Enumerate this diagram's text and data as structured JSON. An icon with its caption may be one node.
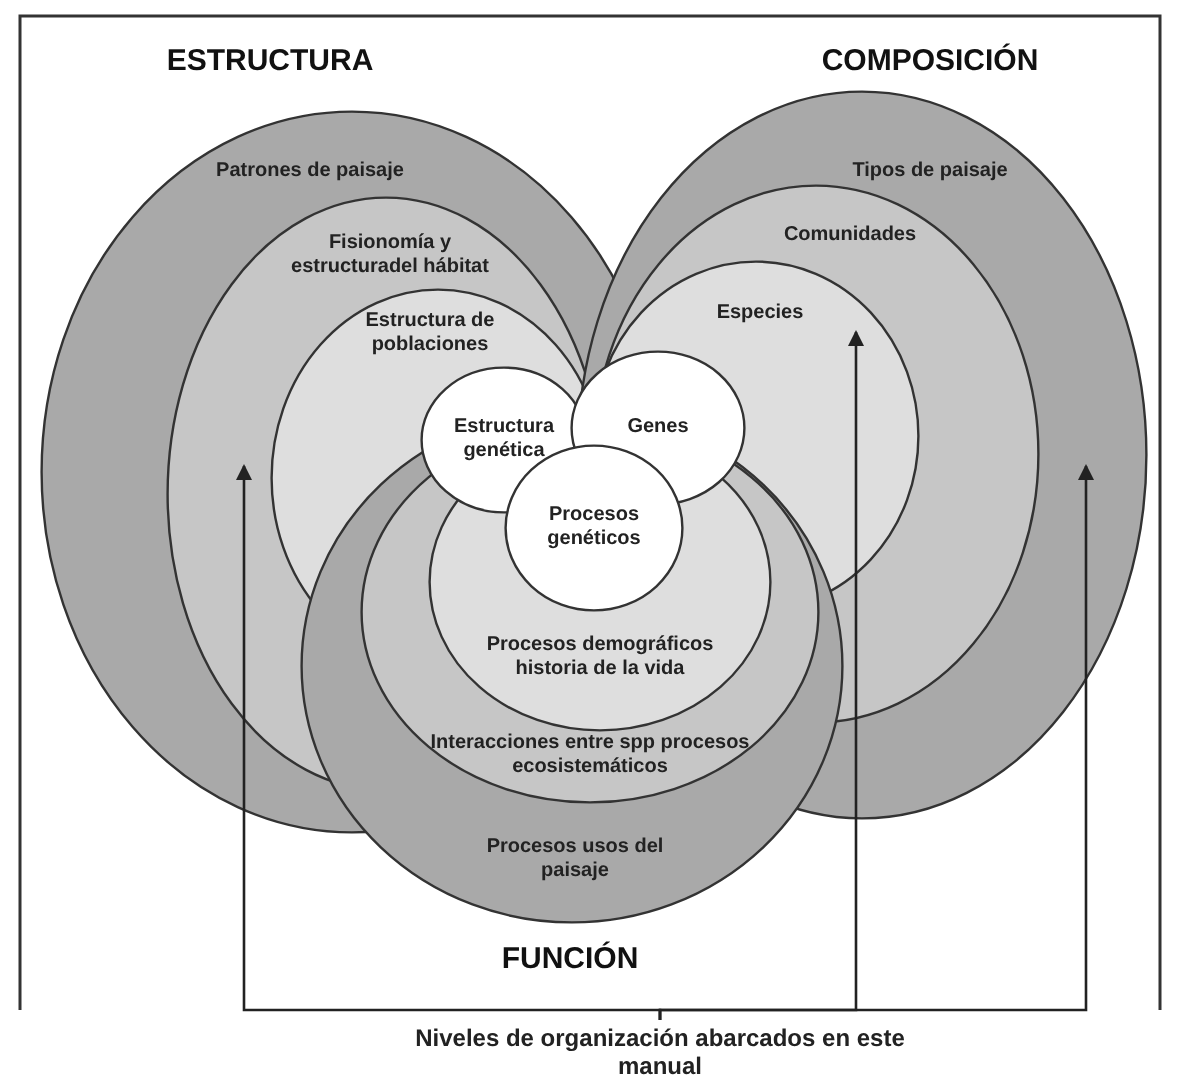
{
  "diagram": {
    "nodes": [
      {
        "text": [
          "ESTRUCTURA",
          "Patrones de paisaje"
        ]
      },
      {
        "text": [
          "Fisionomía y estructuradel hábitat"
        ],
        "in": 0
      },
      {
        "text": [
          "Estructura de poblaciones"
        ],
        "in": 1
      },
      {
        "text": [
          "Estructura genética"
        ],
        "in": 2
      },
      {
        "text": [
          "COMPOSICIÓN",
          "Tipos de paisaje"
        ]
      },
      {
        "text": [
          "Comunidades"
        ],
        "in": 4
      },
      {
        "text": [
          "Especies"
        ],
        "in": 5
      },
      {
        "text": [
          "Genes"
        ],
        "in": 6
      },
      {
        "text": [
          "Procesos usos del paisaje",
          "FUNCIÓN"
        ]
      },
      {
        "text": [
          "Interacciones entre spp procesos ecosistemáticos"
        ],
        "in": 8
      },
      {
        "text": [
          "Procesos demográficos historia de la vida"
        ],
        "in": 9
      },
      {
        "text": [
          "Procesos genéticos"
        ],
        "in": 10
      },
      {
        "text": [
          "Niveles de organización abarcados en este manual"
        ]
      }
    ],
    "edges": [
      {
        "from": 12,
        "to": 1,
        "arrow": "to"
      },
      {
        "from": 12,
        "to": 6,
        "arrow": "to"
      },
      {
        "from": 12,
        "to": 4,
        "arrow": "to"
      }
    ]
  }
}
